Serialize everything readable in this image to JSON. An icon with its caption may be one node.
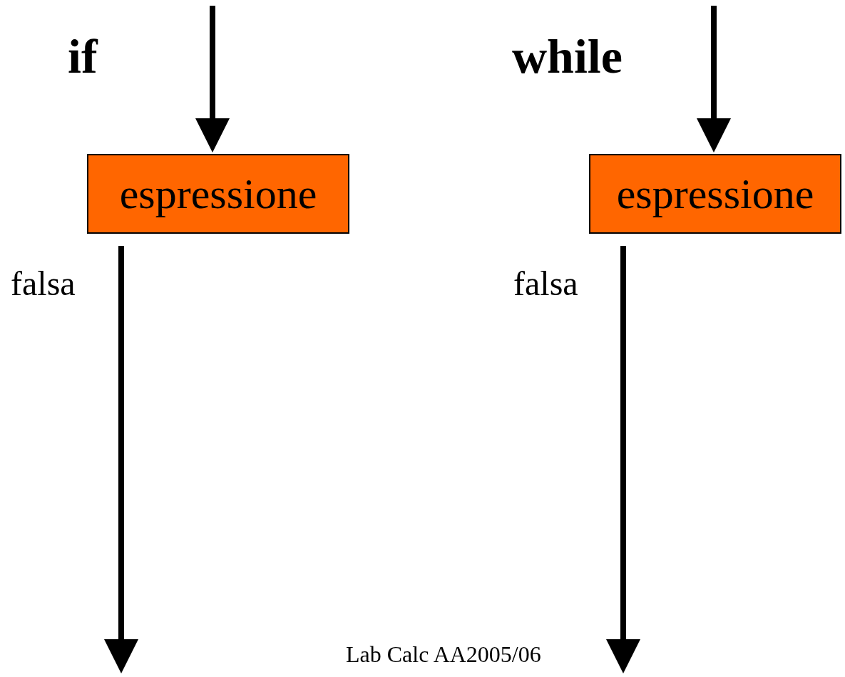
{
  "diagram": {
    "nodes": [
      {
        "text": [
          "espressione"
        ]
      },
      {
        "text": [
          "espressione"
        ]
      }
    ],
    "edges": [
      {
        "from": null,
        "to": 0,
        "arrow": "to"
      },
      {
        "from": 0,
        "to": null,
        "arrow": "to",
        "label": "falsa"
      },
      {
        "from": null,
        "to": 1,
        "arrow": "to"
      },
      {
        "from": 1,
        "to": null,
        "arrow": "to",
        "label": "falsa"
      }
    ],
    "labels": [
      "if",
      "while",
      "Lab Calc AA2005/06"
    ]
  }
}
